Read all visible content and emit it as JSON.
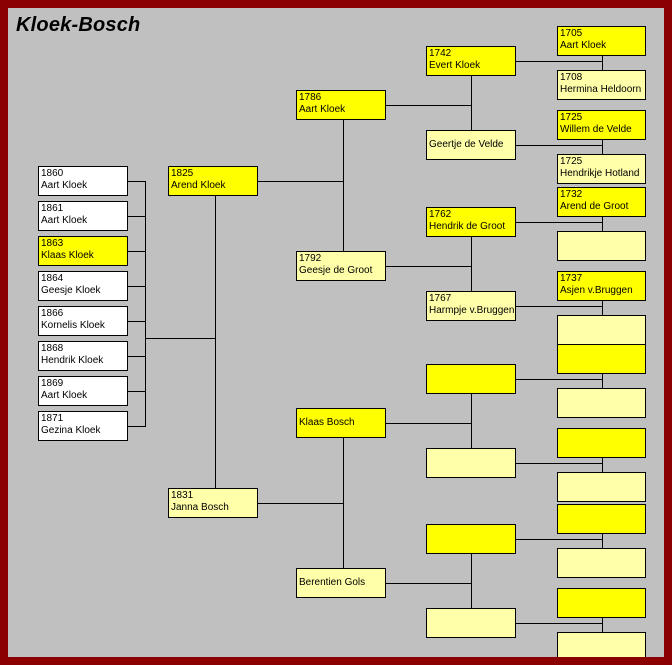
{
  "title": "Kloek-Bosch",
  "colors": {
    "frame": "#8b0000",
    "background": "#c0c0c0",
    "male": "#ffff00",
    "female": "#ffffaa",
    "plain": "#ffffff",
    "line": "#000000",
    "text": "#000000"
  },
  "children_list": {
    "label": "children-of-arend-kloek-and-janna-bosch",
    "items": [
      {
        "year": "1860",
        "name": "Aart Kloek",
        "style": "plain"
      },
      {
        "year": "1861",
        "name": "Aart Kloek",
        "style": "plain"
      },
      {
        "year": "1863",
        "name": "Klaas Kloek",
        "style": "male"
      },
      {
        "year": "1864",
        "name": "Geesje Kloek",
        "style": "plain"
      },
      {
        "year": "1866",
        "name": "Kornelis Kloek",
        "style": "plain"
      },
      {
        "year": "1868",
        "name": "Hendrik Kloek",
        "style": "plain"
      },
      {
        "year": "1869",
        "name": "Aart Kloek",
        "style": "plain"
      },
      {
        "year": "1871",
        "name": "Gezina Kloek",
        "style": "plain"
      }
    ]
  },
  "ancestors": {
    "gen1": [
      {
        "year": "1825",
        "name": "Arend Kloek",
        "style": "male"
      },
      {
        "year": "1831",
        "name": "Janna Bosch",
        "style": "female"
      }
    ],
    "gen2": [
      {
        "year": "1786",
        "name": "Aart Kloek",
        "style": "male"
      },
      {
        "year": "1792",
        "name": "Geesje de Groot",
        "style": "female"
      },
      {
        "year": "",
        "name": "Klaas Bosch",
        "style": "male"
      },
      {
        "year": "",
        "name": "Berentien Gols",
        "style": "female"
      }
    ],
    "gen3": [
      {
        "year": "1742",
        "name": "Evert Kloek",
        "style": "male"
      },
      {
        "year": "",
        "name": "Geertje de Velde",
        "style": "female"
      },
      {
        "year": "1762",
        "name": "Hendrik de Groot",
        "style": "male"
      },
      {
        "year": "1767",
        "name": "Harmpje v.Bruggen",
        "style": "female"
      },
      {
        "year": "",
        "name": "",
        "style": "male"
      },
      {
        "year": "",
        "name": "",
        "style": "female"
      },
      {
        "year": "",
        "name": "",
        "style": "male"
      },
      {
        "year": "",
        "name": "",
        "style": "female"
      }
    ],
    "gen4": [
      {
        "year": "1705",
        "name": "Aart Kloek",
        "style": "male"
      },
      {
        "year": "1708",
        "name": "Hermina Heldoorn",
        "style": "female"
      },
      {
        "year": "1725",
        "name": "Willem de Velde",
        "style": "male"
      },
      {
        "year": "1725",
        "name": "Hendrikje Hotland",
        "style": "female"
      },
      {
        "year": "1732",
        "name": "Arend de Groot",
        "style": "male"
      },
      {
        "year": "",
        "name": "",
        "style": "female"
      },
      {
        "year": "1737",
        "name": "Asjen v.Bruggen",
        "style": "male"
      },
      {
        "year": "",
        "name": "",
        "style": "female"
      },
      {
        "year": "",
        "name": "",
        "style": "male"
      },
      {
        "year": "",
        "name": "",
        "style": "female"
      },
      {
        "year": "",
        "name": "",
        "style": "male"
      },
      {
        "year": "",
        "name": "",
        "style": "female"
      },
      {
        "year": "",
        "name": "",
        "style": "male"
      },
      {
        "year": "",
        "name": "",
        "style": "female"
      },
      {
        "year": "",
        "name": "",
        "style": "male"
      },
      {
        "year": "",
        "name": "",
        "style": "female"
      }
    ]
  }
}
